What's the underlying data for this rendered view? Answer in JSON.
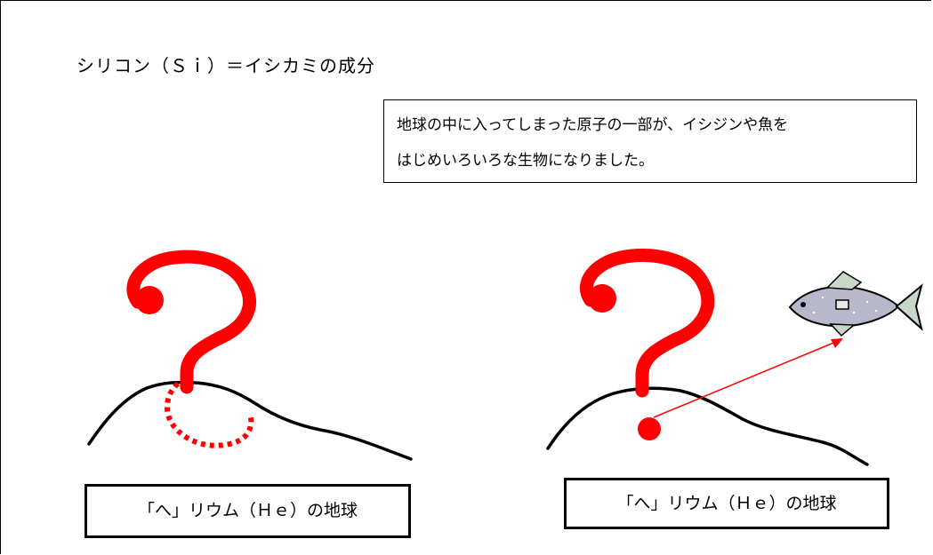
{
  "title": "シリコン（Ｓｉ）＝イシカミの成分",
  "note": {
    "line1": "地球の中に入ってしまった原子の一部が、イシジンや魚を",
    "line2": "はじめいろいろな生物になりました。"
  },
  "labels": {
    "left": "「へ」リウム（Ｈｅ）の地球",
    "right": "「へ」リウム（Ｈｅ）の地球"
  },
  "colors": {
    "accent": "#ff0000",
    "ink": "#000000"
  }
}
